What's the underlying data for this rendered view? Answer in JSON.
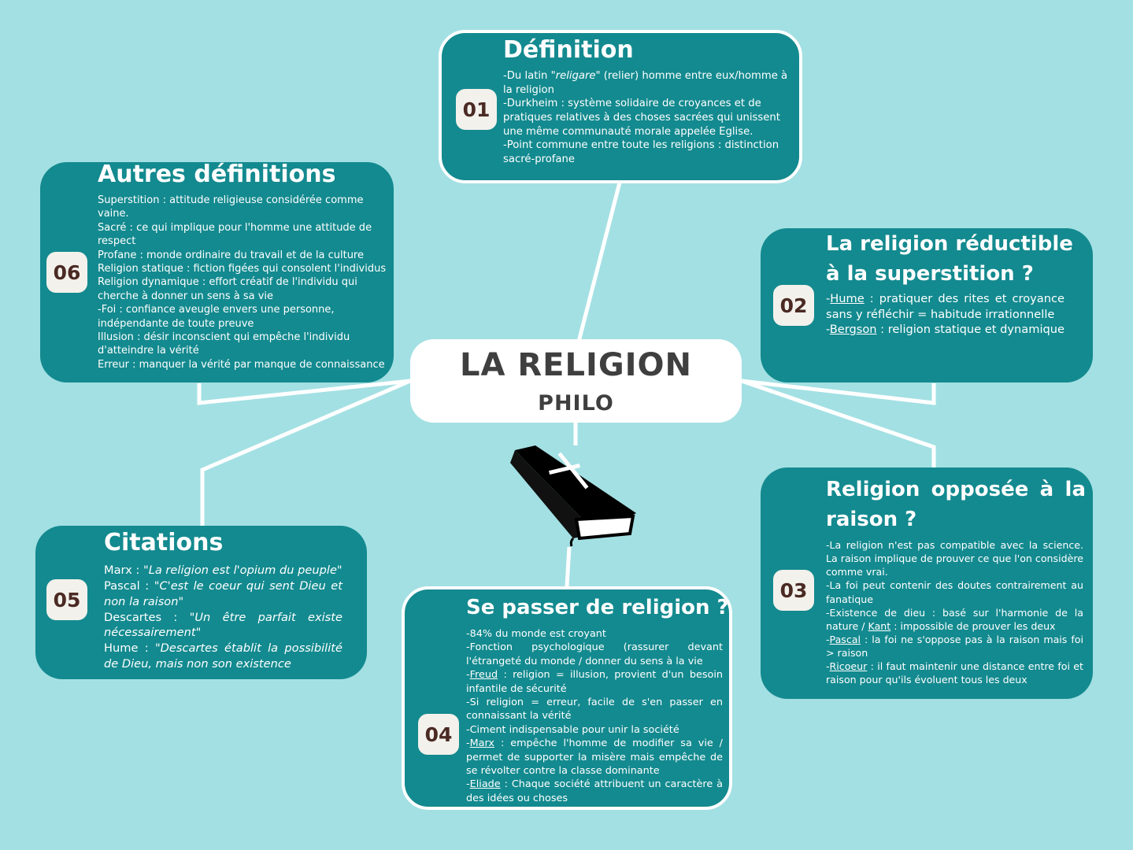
{
  "colors": {
    "background": "#a3e0e3",
    "card": "#138a8f",
    "connector": "#ffffff",
    "badge_bg": "#f3f1ec",
    "badge_text": "#4b2a24",
    "center_text": "#3f3f3f"
  },
  "center": {
    "title": "LA RELIGION",
    "subtitle": "PHILO",
    "icon": "bible-icon"
  },
  "card01": {
    "number": "01",
    "title": "Définition",
    "lines": [
      {
        "pre": "-Du latin ",
        "em": "\"religare\"",
        "post": " (relier) homme entre eux/homme à la religion"
      },
      {
        "text": "-Durkheim : système solidaire de croyances et de pratiques relatives à des choses sacrées qui unissent une même  communauté morale appelée Eglise."
      },
      {
        "text": "-Point commune entre toute les religions : distinction sacré-profane"
      }
    ]
  },
  "card02": {
    "number": "02",
    "title": "La religion réductible à la superstition ?",
    "lines": [
      {
        "pre": "-",
        "name": "Hume",
        "post": " : pratiquer des rites et croyance sans y réfléchir = habitude irrationnelle"
      },
      {
        "pre": "-",
        "name": "Bergson",
        "post": " : religion statique et dynamique"
      }
    ]
  },
  "card03": {
    "number": "03",
    "title": "Religion opposée à la raison ?",
    "lines": [
      {
        "text": "-La religion n'est pas compatible avec la science. La raison implique de prouver ce que l'on considère comme vrai."
      },
      {
        "text": "-La foi peut contenir des doutes contrairement au fanatique"
      },
      {
        "text": "-Existence de dieu : basé sur l'harmonie de la nature / ",
        "name": "Kant",
        "post": " : impossible de prouver les deux"
      },
      {
        "pre": "-",
        "name": "Pascal",
        "post": " : la foi ne s'oppose pas à la raison mais foi > raison"
      },
      {
        "pre": "-",
        "name": "Ricoeur",
        "post": " : il faut maintenir une distance entre foi et raison pour qu'ils évoluent tous les deux"
      }
    ]
  },
  "card04": {
    "number": "04",
    "title": "Se passer de religion ?",
    "lines": [
      {
        "text": "-84% du monde  est croyant"
      },
      {
        "text": "-Fonction psychologique (rassurer devant l'étrangeté du monde / donner du sens à la vie"
      },
      {
        "pre": "-",
        "name": "Freud",
        "post": " : religion = illusion, provient d'un besoin infantile de sécurité"
      },
      {
        "text": "-Si religion = erreur, facile de s'en passer en connaissant la vérité"
      },
      {
        "text": "-Ciment indispensable pour unir la société"
      },
      {
        "pre": "-",
        "name": "Marx",
        "post": " : empêche l'homme de modifier sa vie / permet de supporter la misère mais empêche de se révolter contre la classe dominante"
      },
      {
        "pre": "-",
        "name": "Eliade",
        "post": " : Chaque société attribuent un caractère à des idées ou choses"
      }
    ]
  },
  "card05": {
    "number": "05",
    "title": "Citations",
    "lines": [
      {
        "who": "Marx : ",
        "quote": "\"La religion est l'opium du peuple\""
      },
      {
        "who": "Pascal : ",
        "quote": "\"C'est le coeur qui sent Dieu et non la raison\""
      },
      {
        "who": "Descartes : ",
        "quote": "\"Un être parfait existe nécessairement\""
      },
      {
        "who": "Hume : ",
        "quote": "\"Descartes établit la possibilité de Dieu, mais non son existence"
      }
    ]
  },
  "card06": {
    "number": "06",
    "title": "Autres définitions",
    "lines": [
      "Superstition : attitude religieuse considérée comme vaine.",
      "Sacré : ce qui implique pour l'homme une attitude de respect",
      "Profane : monde ordinaire du travail et de la culture",
      "Religion statique : fiction figées qui consolent l'individus",
      "Religion dynamique : effort créatif de l'individu qui cherche à donner un sens à sa vie",
      "-Foi : confiance aveugle envers une personne, indépendante de toute preuve",
      "Illusion : désir inconscient qui empêche l'individu d'atteindre la vérité",
      "Erreur : manquer la vérité par manque de connaissance"
    ]
  }
}
